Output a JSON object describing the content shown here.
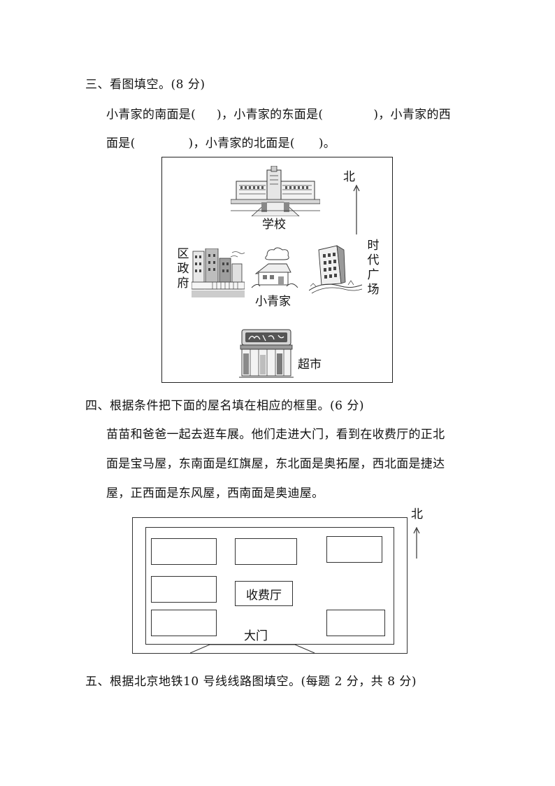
{
  "q3": {
    "heading": "三、看图填空。(8 分)",
    "line1_a": "小青家的南面是(",
    "line1_b": ")，小青家的东面是(",
    "line1_c": ")，小青家的西",
    "line2_a": "面是(",
    "line2_b": ")，小青家的北面是(",
    "line2_c": ")。",
    "figure": {
      "north": "北",
      "school": "学校",
      "district_gov": "区政府",
      "home": "小青家",
      "plaza": "时代广场",
      "supermarket": "超市"
    }
  },
  "q4": {
    "heading": "四、根据条件把下面的屋名填在相应的框里。(6 分)",
    "line1": "苗苗和爸爸一起去逛车展。他们走进大门，看到在收费厅的正北",
    "line2": "面是宝马屋，东南面是红旗屋，东北面是奥拓屋，西北面是捷达",
    "line3": "屋，正西面是东风屋，西南面是奥迪屋。",
    "figure": {
      "north": "北",
      "booth": "收费厅",
      "gate": "大门"
    }
  },
  "q5": {
    "heading": "五、根据北京地铁10 号线线路图填空。(每题 2 分，共 8 分)"
  }
}
